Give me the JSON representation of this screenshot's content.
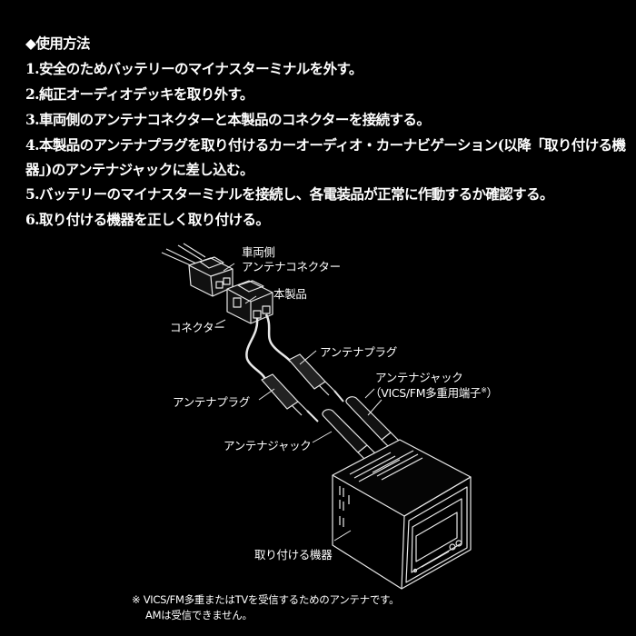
{
  "heading": "◆使用方法",
  "steps": [
    "1.安全のためバッテリーのマイナスターミナルを外す。",
    "2.純正オーディオデッキを取り外す。",
    "3.車両側のアンテナコネクターと本製品のコネクターを接続する。",
    "4.本製品のアンテナプラグを取り付けるカーオーディオ・カーナビゲーション(以降「取り付ける機",
    "器」)のアンテナジャックに差し込む。",
    "5.バッテリーのマイナスターミナルを接続し、各電装品が正常に作動するか確認する。",
    "6.取り付ける機器を正しく取り付ける。"
  ],
  "diagram_labels": {
    "vehicle_side_line1": "車両側",
    "vehicle_side_line2": "アンテナコネクター",
    "product": "本製品",
    "connector": "コネクター",
    "antenna_plug_upper": "アンテナプラグ",
    "antenna_plug_lower": "アンテナプラグ",
    "antenna_jack_vics_line1": "アンテナジャック",
    "antenna_jack_vics_line2": "（VICS/FM多重用端子",
    "antenna_jack_vics_mark": "※",
    "antenna_jack_vics_close": "）",
    "antenna_jack": "アンテナジャック",
    "device": "取り付ける機器"
  },
  "footnote": {
    "line1": "※ VICS/FM多重またはTVを受信するためのアンテナです。",
    "line2": "AMは受信できません。"
  },
  "colors": {
    "background": "#000000",
    "text": "#ffffff",
    "line_art": "#e8e8e8"
  }
}
